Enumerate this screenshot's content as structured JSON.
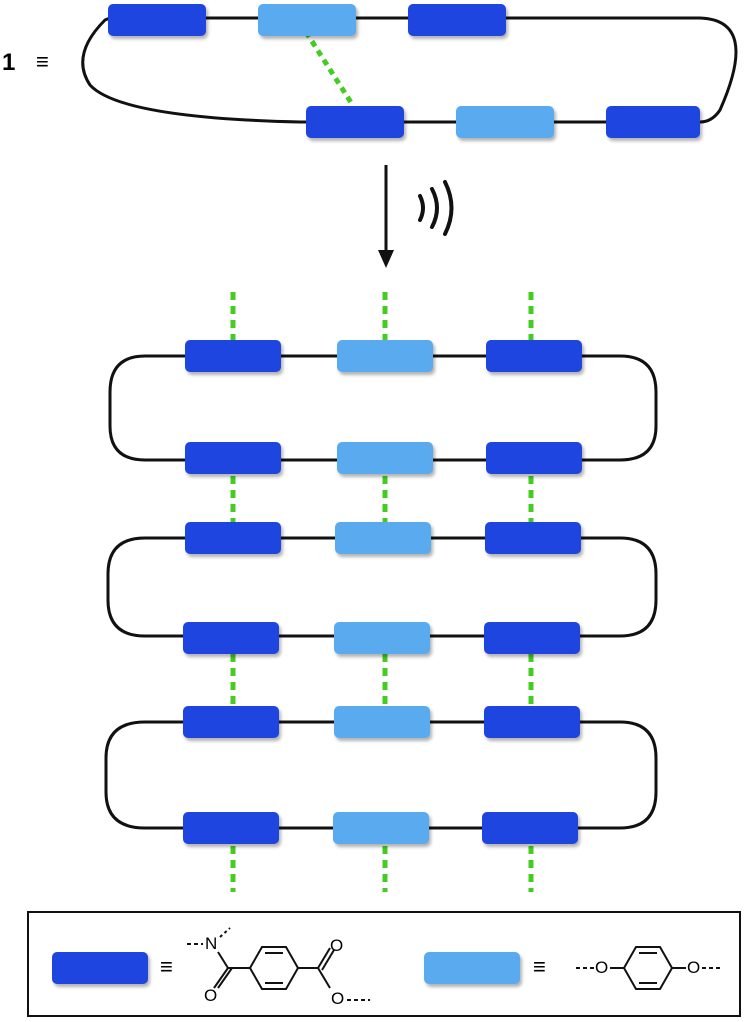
{
  "compound_label": "1",
  "equiv_symbol": "≡",
  "colors": {
    "dark_block": "#1f45e0",
    "light_block": "#5aaaf0",
    "hbond": "#44cc22",
    "line": "#111111"
  },
  "process_icon": "ultrasound-waves-icon",
  "legend": {
    "dark_block_meaning": "N-methyl terephthalamide ester unit",
    "light_block_meaning": "p-dioxyphenylene unit",
    "atoms": {
      "N": "N",
      "O1": "O",
      "O2": "O",
      "O3": "O",
      "O4": "O",
      "O5": "O"
    }
  }
}
